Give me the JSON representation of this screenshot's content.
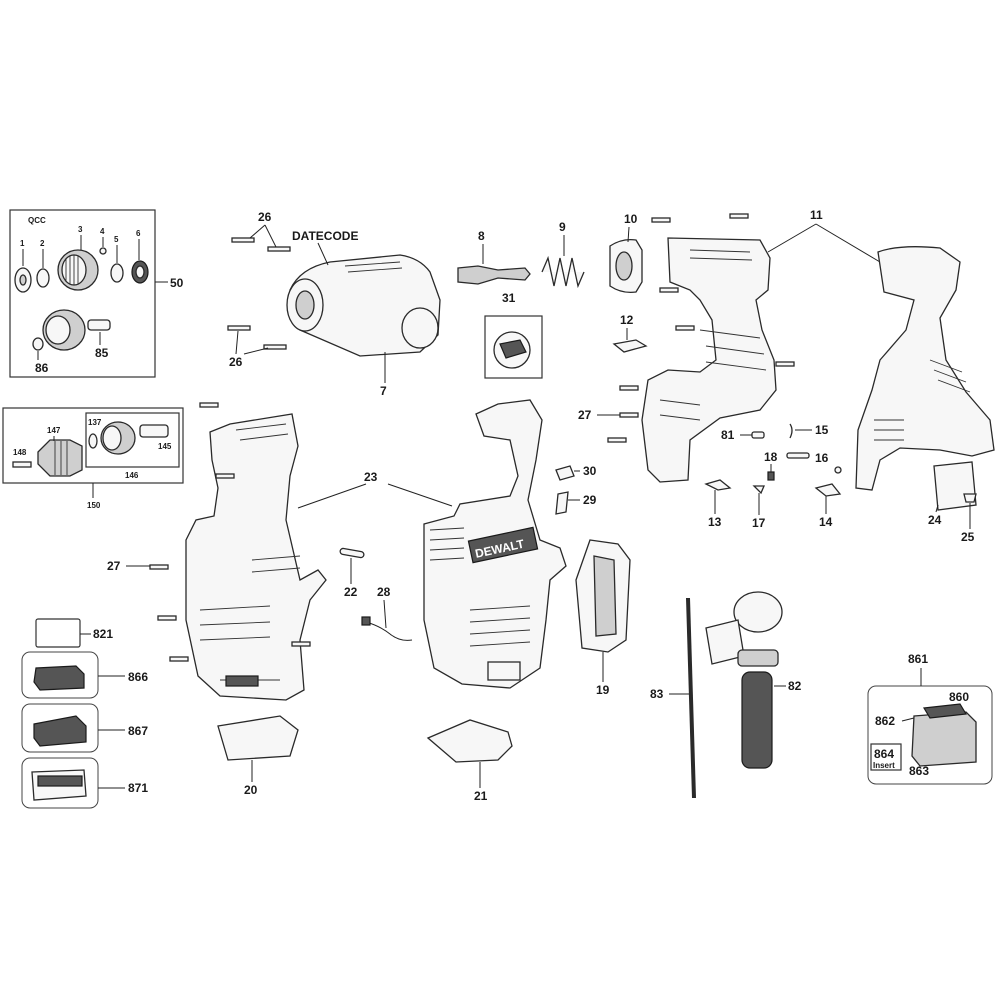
{
  "brand_text": "DEWALT",
  "datecode": "DATECODE",
  "callouts": {
    "qcc": "QCC",
    "p1": "1",
    "p2": "2",
    "p3": "3",
    "p4": "4",
    "p5": "5",
    "p6": "6",
    "p7": "7",
    "p8": "8",
    "p9": "9",
    "p10": "10",
    "p11": "11",
    "p12": "12",
    "p13": "13",
    "p14": "14",
    "p15": "15",
    "p16": "16",
    "p17": "17",
    "p18": "18",
    "p19": "19",
    "p20": "20",
    "p21": "21",
    "p22": "22",
    "p23": "23",
    "p24": "24",
    "p25": "25",
    "p26a": "26",
    "p26b": "26",
    "p27a": "27",
    "p27b": "27",
    "p28": "28",
    "p29": "29",
    "p30": "30",
    "p31": "31",
    "p50": "50",
    "p81": "81",
    "p82": "82",
    "p83": "83",
    "p85": "85",
    "p86": "86",
    "p137": "137",
    "p145": "145",
    "p146": "146",
    "p147": "147",
    "p148": "148",
    "p150": "150",
    "p821": "821",
    "p860": "860",
    "p861": "861",
    "p862": "862",
    "p863": "863",
    "p864": "864",
    "p864_insert": "Insert",
    "p866": "866",
    "p867": "867",
    "p871": "871"
  }
}
